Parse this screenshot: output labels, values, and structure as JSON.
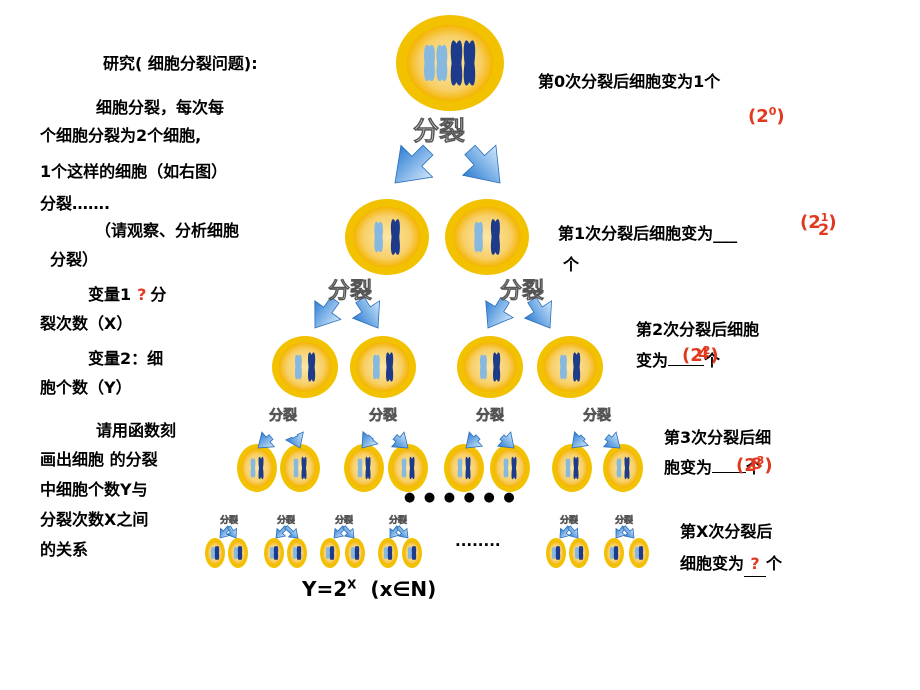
{
  "left_text": {
    "title": "研究( 细胞分裂问题):",
    "intro_lines": [
      "细胞分裂，每次每",
      "个细胞分裂为2个细胞,",
      "1个这样的细胞（如右图）",
      "分裂……."
    ],
    "observe_lines": [
      "（请观察、分析细胞",
      "分裂）"
    ],
    "var1_prefix": "变量1",
    "var1_question": "?",
    "var1_suffix": "分",
    "var1_line2": "裂次数（X）",
    "var2_lines": [
      "变量2：细",
      "胞个数（Y）"
    ],
    "task_lines": [
      "请用函数刻",
      "画出细胞 的分裂",
      "中细胞个数Y与",
      "分裂次数X之间",
      "的关系"
    ]
  },
  "right_text": {
    "step0": "第0次分裂后细胞变为1个",
    "step0_answer_base": "(2",
    "step0_answer_exp": "0",
    "step0_answer_close": ")",
    "step1_line1": "第1次分裂后细胞变为",
    "step1_blank": "___",
    "step1_line2": "个",
    "step1_answer_base": "(2",
    "step1_answer_exp": "1",
    "step1_answer_close": ")",
    "step1_answer_plain": "2",
    "step2_line1": "第2次分裂后细胞",
    "step2_line2_prefix": "变为",
    "step2_line2_suffix": "个",
    "step2_answer_base": "(2",
    "step2_answer_exp": "2",
    "step2_answer_close": ")",
    "step2_answer_plain": "4",
    "step3_line1": "第3次分裂后细",
    "step3_line2_prefix": "胞变为",
    "step3_line2_suffix": "个",
    "step3_answer_base": "(2",
    "step3_answer_exp": "3",
    "step3_answer_close": ")",
    "step3_answer_plain": "8",
    "stepx_line1": "第X次分裂后",
    "stepx_line2_prefix": "细胞变为",
    "stepx_question": "?",
    "stepx_line2_suffix": "个"
  },
  "diagram": {
    "split_label": "分裂",
    "dots_label": "●  ●  ●  ●  ●  ●",
    "ellipsis_label": "........",
    "formula_base": "Y=2",
    "formula_exp": "X",
    "formula_domain": "(x∈N)"
  },
  "colors": {
    "cell_outer": "#f2c200",
    "cell_inner": "#f8d56a",
    "chrom_dark": "#1e3a8a",
    "chrom_light": "#86b8e0",
    "arrow": "#3f8ad6",
    "answer": "#e0391f"
  }
}
